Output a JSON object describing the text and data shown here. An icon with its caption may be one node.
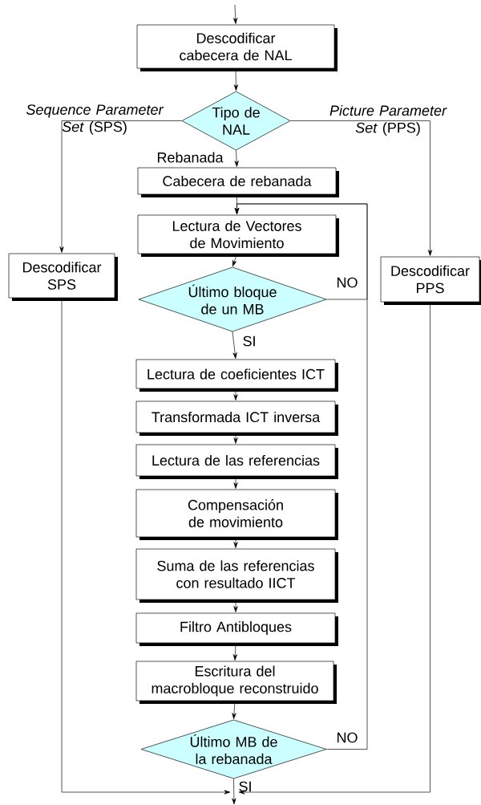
{
  "diagram": {
    "nodes": [
      {
        "text": [
          "Descodificar cabecera de NAL"
        ]
      },
      {
        "text": [
          "Tipo de NAL"
        ]
      },
      {
        "text": [
          "Cabecera de rebanada"
        ]
      },
      {
        "text": [
          "Lectura de Vectores de Movimiento"
        ]
      },
      {
        "text": [
          "Descodificar SPS"
        ]
      },
      {
        "text": [
          "Descodificar PPS"
        ]
      },
      {
        "text": [
          "Último bloque de un MB"
        ]
      },
      {
        "text": [
          "Lectura de coeficientes ICT"
        ]
      },
      {
        "text": [
          "Transformada ICT inversa"
        ]
      },
      {
        "text": [
          "Lectura de las referencias"
        ]
      },
      {
        "text": [
          "Compensación de movimiento"
        ]
      },
      {
        "text": [
          "Suma de las referencias con resultado IICT"
        ]
      },
      {
        "text": [
          "Filtro Antibloques"
        ]
      },
      {
        "text": [
          "Escritura del macrobloque reconstruido"
        ]
      },
      {
        "text": [
          "Último MB de la rebanada"
        ]
      }
    ],
    "edges": [
      {
        "from": null,
        "to": 0,
        "arrow": "to"
      },
      {
        "from": 0,
        "to": 1,
        "arrow": "to"
      },
      {
        "from": 1,
        "to": 4,
        "arrow": "to",
        "label": "*Sequence Parameter Set* (SPS)"
      },
      {
        "from": 1,
        "to": 2,
        "arrow": "to",
        "label": "Rebanada"
      },
      {
        "from": 1,
        "to": 5,
        "arrow": "to",
        "label": "*Picture Parameter Set* (PPS)"
      },
      {
        "from": 2,
        "to": 3,
        "arrow": "to"
      },
      {
        "from": 3,
        "to": 6,
        "arrow": "to"
      },
      {
        "from": 6,
        "to": 7,
        "arrow": "to",
        "label": "SI"
      },
      {
        "from": 6,
        "to": 3,
        "arrow": "to",
        "label": "NO"
      },
      {
        "from": 7,
        "to": 8,
        "arrow": "to"
      },
      {
        "from": 8,
        "to": 9,
        "arrow": "to"
      },
      {
        "from": 9,
        "to": 10,
        "arrow": "to"
      },
      {
        "from": 10,
        "to": 11,
        "arrow": "to"
      },
      {
        "from": 11,
        "to": 12,
        "arrow": "to"
      },
      {
        "from": 12,
        "to": 13,
        "arrow": "to"
      },
      {
        "from": 13,
        "to": 14,
        "arrow": "to"
      },
      {
        "from": 14,
        "to": 3,
        "arrow": "to",
        "label": "NO"
      },
      {
        "from": 14,
        "to": null,
        "arrow": "to",
        "label": "SI"
      },
      {
        "from": 4,
        "to": null,
        "arrow": "to"
      },
      {
        "from": 5,
        "to": null,
        "arrow": "to"
      }
    ]
  }
}
